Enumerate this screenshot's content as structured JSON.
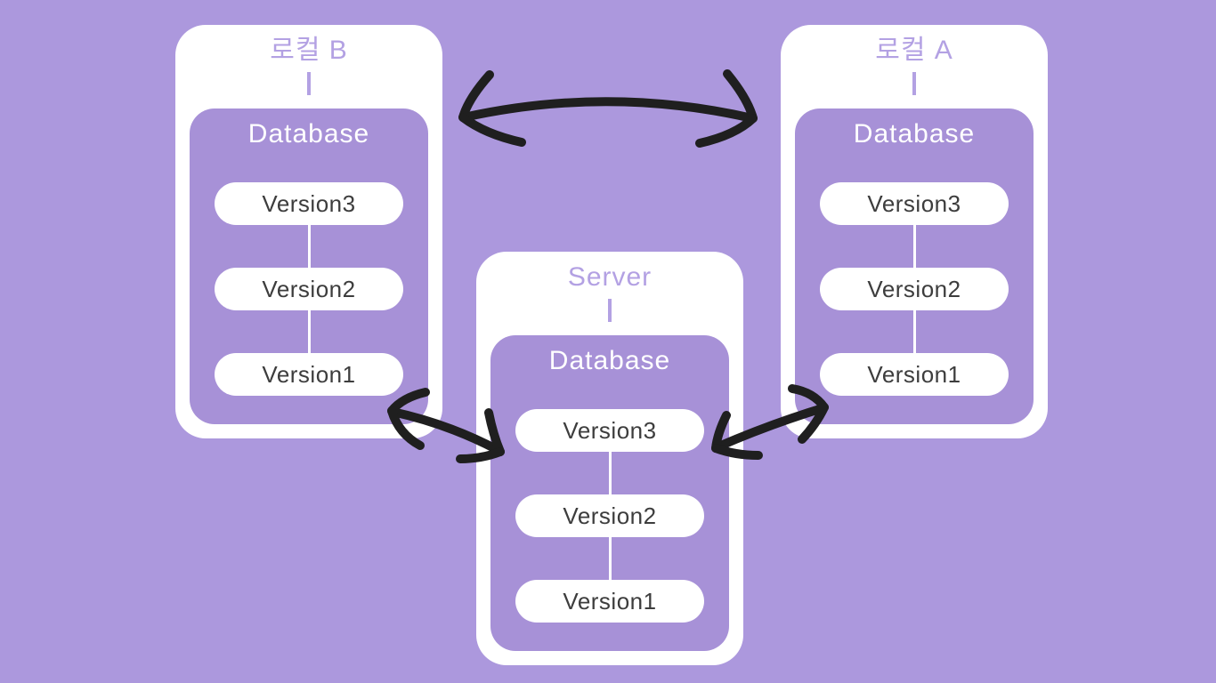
{
  "colors": {
    "background": "#ac98dd",
    "card": "#ffffff",
    "inner_box": "#a791d7",
    "title_text": "#b3a1e3",
    "database_text": "#ffffff",
    "version_text": "#3d3d3d",
    "arrow": "#1f1f1f"
  },
  "diagram": {
    "nodes": [
      {
        "id": "local-b",
        "title": "로컬 B",
        "database": {
          "label": "Database",
          "versions": [
            "Version3",
            "Version2",
            "Version1"
          ]
        }
      },
      {
        "id": "server",
        "title": "Server",
        "database": {
          "label": "Database",
          "versions": [
            "Version3",
            "Version2",
            "Version1"
          ]
        }
      },
      {
        "id": "local-a",
        "title": "로컬 A",
        "database": {
          "label": "Database",
          "versions": [
            "Version3",
            "Version2",
            "Version1"
          ]
        }
      }
    ],
    "edges": [
      {
        "from": "로컬 B",
        "to": "로컬 A",
        "style": "bidirectional-arrow"
      },
      {
        "from": "로컬 B",
        "to": "Server",
        "style": "bidirectional-arrow"
      },
      {
        "from": "Server",
        "to": "로컬 A",
        "style": "bidirectional-arrow"
      }
    ]
  }
}
